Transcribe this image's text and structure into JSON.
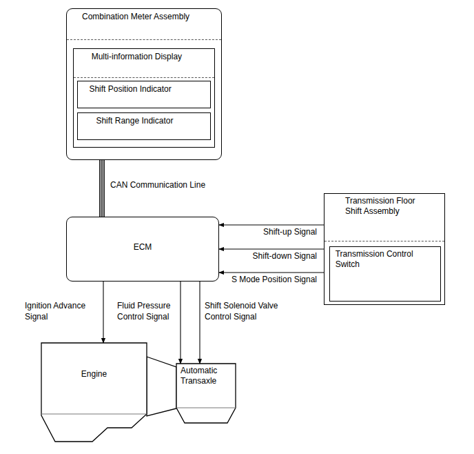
{
  "diagram": {
    "nodes": [
      {
        "text": [
          "Combination Meter Assembly"
        ]
      },
      {
        "text": [
          "Multi-information Display"
        ],
        "in": 0
      },
      {
        "text": [
          "Shift Position Indicator"
        ],
        "in": 1
      },
      {
        "text": [
          "Shift Range Indicator"
        ],
        "in": 1
      },
      {
        "text": [
          "ECM"
        ]
      },
      {
        "text": [
          "Transmission Floor Shift Assembly"
        ]
      },
      {
        "text": [
          "Transmission Control Switch"
        ],
        "in": 5
      },
      {
        "text": [
          "Engine"
        ]
      },
      {
        "text": [
          "Automatic Transaxle"
        ]
      }
    ],
    "edges": [
      {
        "from": 0,
        "to": 4,
        "arrow": "none",
        "label": "CAN Communication Line"
      },
      {
        "from": 5,
        "to": 4,
        "arrow": "to",
        "label": "Shift-up Signal"
      },
      {
        "from": 5,
        "to": 4,
        "arrow": "to",
        "label": "Shift-down Signal"
      },
      {
        "from": 5,
        "to": 4,
        "arrow": "to",
        "label": "S Mode Position Signal"
      },
      {
        "from": 4,
        "to": 7,
        "arrow": "to",
        "label": "Ignition Advance Signal"
      },
      {
        "from": 4,
        "to": 8,
        "arrow": "to",
        "label": "Fluid Pressure Control Signal"
      },
      {
        "from": 4,
        "to": 8,
        "arrow": "to",
        "label": "Shift Solenoid Valve Control Signal"
      }
    ]
  }
}
